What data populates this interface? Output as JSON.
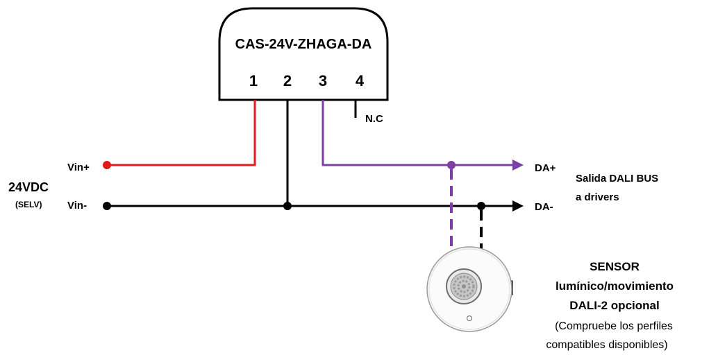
{
  "device": {
    "model": "CAS-24V-ZHAGA-DA",
    "pins": [
      "1",
      "2",
      "3",
      "4"
    ],
    "pin4_label": "N.C"
  },
  "supply": {
    "voltage": "24VDC",
    "class": "(SELV)",
    "vin_plus": "Vin+",
    "vin_minus": "Vin-"
  },
  "outputs": {
    "da_plus": "DA+",
    "da_minus": "DA-",
    "bus_line1": "Salida DALI BUS",
    "bus_line2": "a drivers"
  },
  "sensor": {
    "title": "SENSOR",
    "subtitle": "lumínico/movimiento",
    "type": "DALI-2 opcional",
    "note_line1": "(Compruebe los perfiles",
    "note_line2": "compatibles disponibles)"
  },
  "colors": {
    "vin_plus_wire": "#e11b1b",
    "dali_wire": "#7b3fa6",
    "ground_wire": "#000000"
  }
}
